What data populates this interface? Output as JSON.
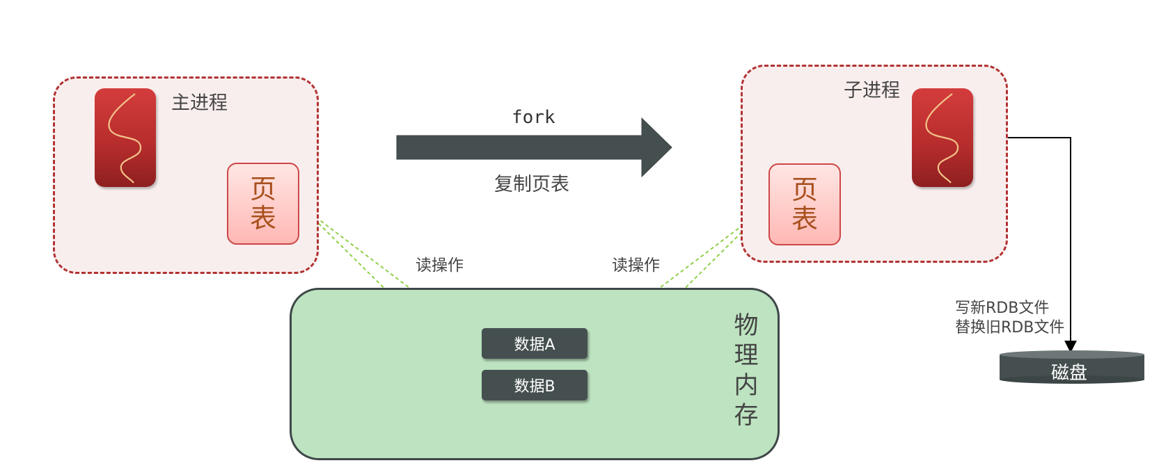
{
  "main_process": {
    "label": "主进程",
    "page_table": [
      "页",
      "表"
    ]
  },
  "child_process": {
    "label": "子进程",
    "page_table": [
      "页",
      "表"
    ]
  },
  "fork": {
    "top_label": "fork",
    "bottom_label": "复制页表"
  },
  "read_ops": {
    "left": "读操作",
    "right": "读操作"
  },
  "memory": {
    "label_chars": [
      "物",
      "理",
      "内",
      "存"
    ],
    "data_a": "数据A",
    "data_b": "数据B"
  },
  "disk": {
    "label": "磁盘",
    "annotation_line1": "写新RDB文件",
    "annotation_line2": "替换旧RDB文件"
  },
  "colors": {
    "process_border": "#b23232",
    "process_fill": "#f9eeee",
    "memory_fill": "#bde3c0",
    "read_arrow": "#8fcf46",
    "fork_arrow": "#454f50"
  }
}
